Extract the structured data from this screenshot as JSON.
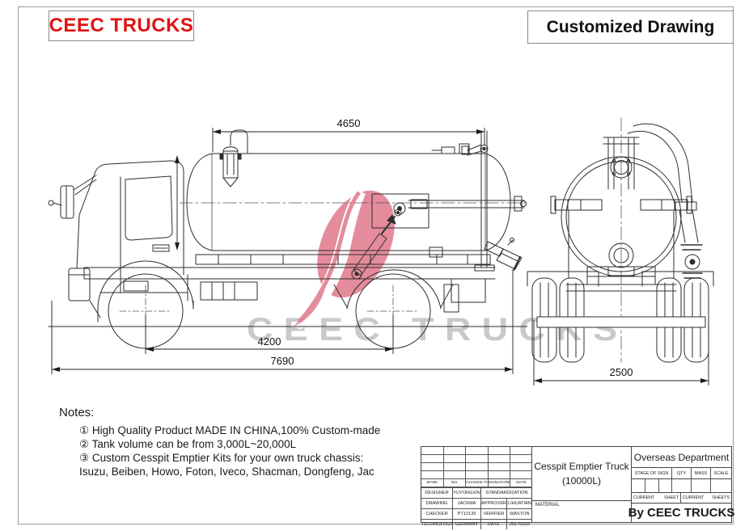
{
  "header": {
    "logo_text": "CEEC TRUCKS",
    "drawing_type": "Customized Drawing"
  },
  "watermark": {
    "text": "CEEC TRUCKS"
  },
  "colors": {
    "brand_red": "#e01212",
    "watermark_gray": "#c9c9c9",
    "logo_pink": "#df7486",
    "drawing_line": "#2e2e2e"
  },
  "drawing": {
    "views": [
      "side-view",
      "rear-view"
    ],
    "dimensions": {
      "tank_length": "4650",
      "wheelbase": "4200",
      "overall_length": "7690",
      "overall_width": "2500"
    }
  },
  "notes": {
    "title": "Notes:",
    "items": [
      "① High Quality Product MADE IN CHINA,100% Custom-made",
      "② Tank volume can be from 3,000L~20,000L",
      "③ Custom Cesspit Emptier Kits for your own truck chassis:"
    ],
    "chassis_line": "Isuzu, Beiben, Howo, Foton, Iveco, Shacman, Dongfeng, Jac"
  },
  "title_block": {
    "revision_header": [
      "MARK",
      "NO.",
      "CHANGE THE FILE NO.",
      "SIGNATURE",
      "DATE"
    ],
    "staff": [
      [
        "DESIGNER",
        "YUYONGXIN",
        "STANDARDIZATION"
      ],
      [
        "DRAWING",
        "JACKMA",
        "APPROVER",
        "LIHUATIAN"
      ],
      [
        "CHECKER",
        "PT12139",
        "VERIFIER",
        "WASTON"
      ],
      [
        "TECHNOLOGIST",
        "GERMANY",
        "DATE",
        "20170319"
      ]
    ],
    "product_title": "Cesspit Emptier Truck",
    "product_subtitle": "(10000L)",
    "material_label": "MATERIAL",
    "department": "Overseas Department",
    "spec_header": [
      "STAGE OF SIGN",
      "QTY",
      "MASS",
      "SCALE"
    ],
    "sheet_labels": {
      "current1": "CURRENT",
      "sheet": "SHEET",
      "current2": "CURRENT",
      "sheets": "SHEETS"
    },
    "byline": "By CEEC TRUCKS"
  }
}
